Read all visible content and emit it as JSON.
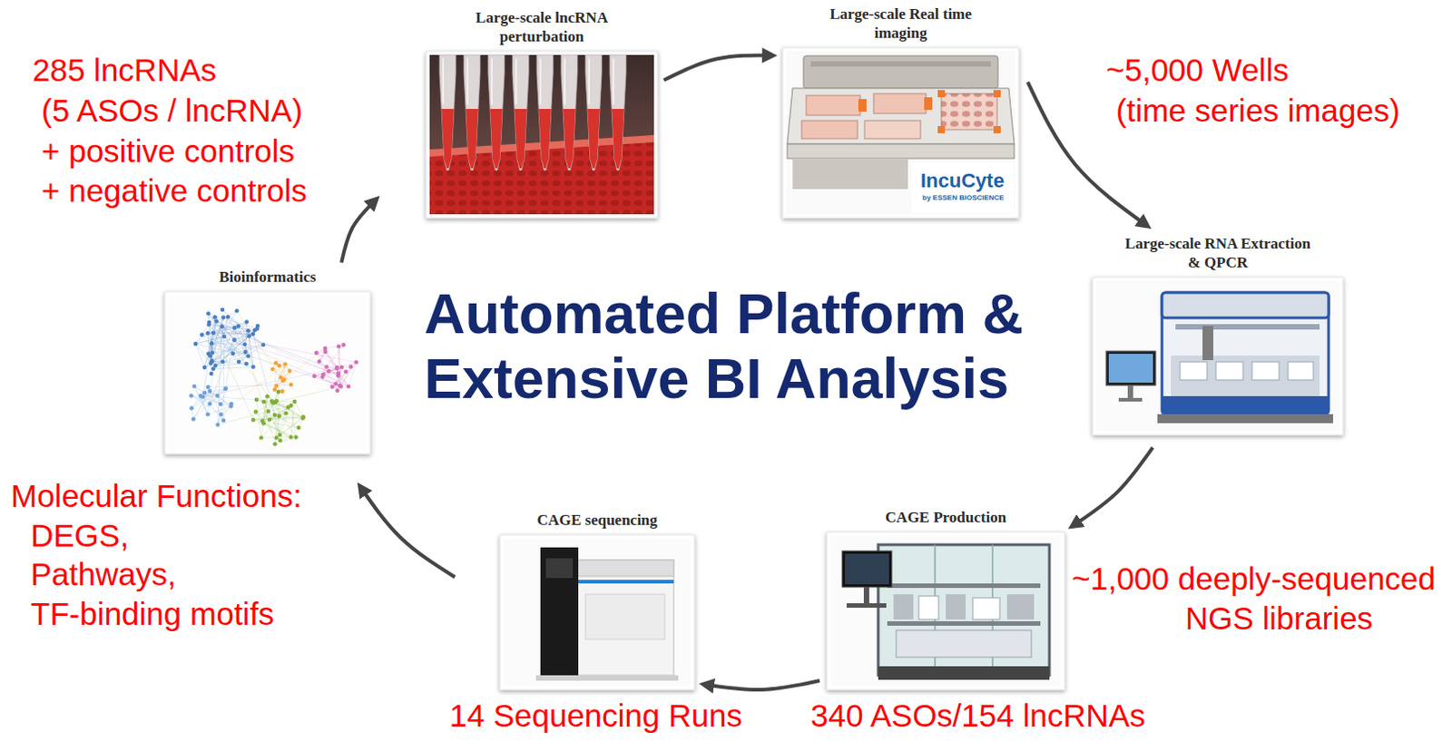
{
  "diagram": {
    "title": "Automated Platform & Extensive BI Analysis",
    "nodes": [
      {
        "text": [
          "Large-scale lncRNA perturbation"
        ]
      },
      {
        "text": [
          "Large-scale Real time imaging"
        ]
      },
      {
        "text": [
          "Large-scale RNA Extraction & QPCR"
        ]
      },
      {
        "text": [
          "CAGE Production"
        ]
      },
      {
        "text": [
          "CAGE sequencing"
        ]
      },
      {
        "text": [
          "Bioinformatics"
        ]
      }
    ],
    "edges": [
      {
        "from": 0,
        "to": 1,
        "arrow": "to"
      },
      {
        "from": 1,
        "to": 2,
        "arrow": "to"
      },
      {
        "from": 2,
        "to": 3,
        "arrow": "to"
      },
      {
        "from": 3,
        "to": 4,
        "arrow": "to"
      },
      {
        "from": 4,
        "to": 5,
        "arrow": "to"
      },
      {
        "from": 5,
        "to": 0,
        "arrow": "to"
      }
    ],
    "labels": [
      "285 lncRNAs",
      "(5 ASOs / lncRNA)",
      "+ positive controls",
      "+ negative controls",
      "~5,000 Wells",
      "(time series images)",
      "IncuCyte",
      "by ESSEN BIOSCIENCE",
      "~1,000 deeply-sequenced",
      "NGS libraries",
      "340 ASOs/154 lncRNAs",
      "14 Sequencing Runs",
      "Molecular Functions:",
      "DEGS,",
      "Pathways,",
      "TF-binding motifs"
    ]
  }
}
